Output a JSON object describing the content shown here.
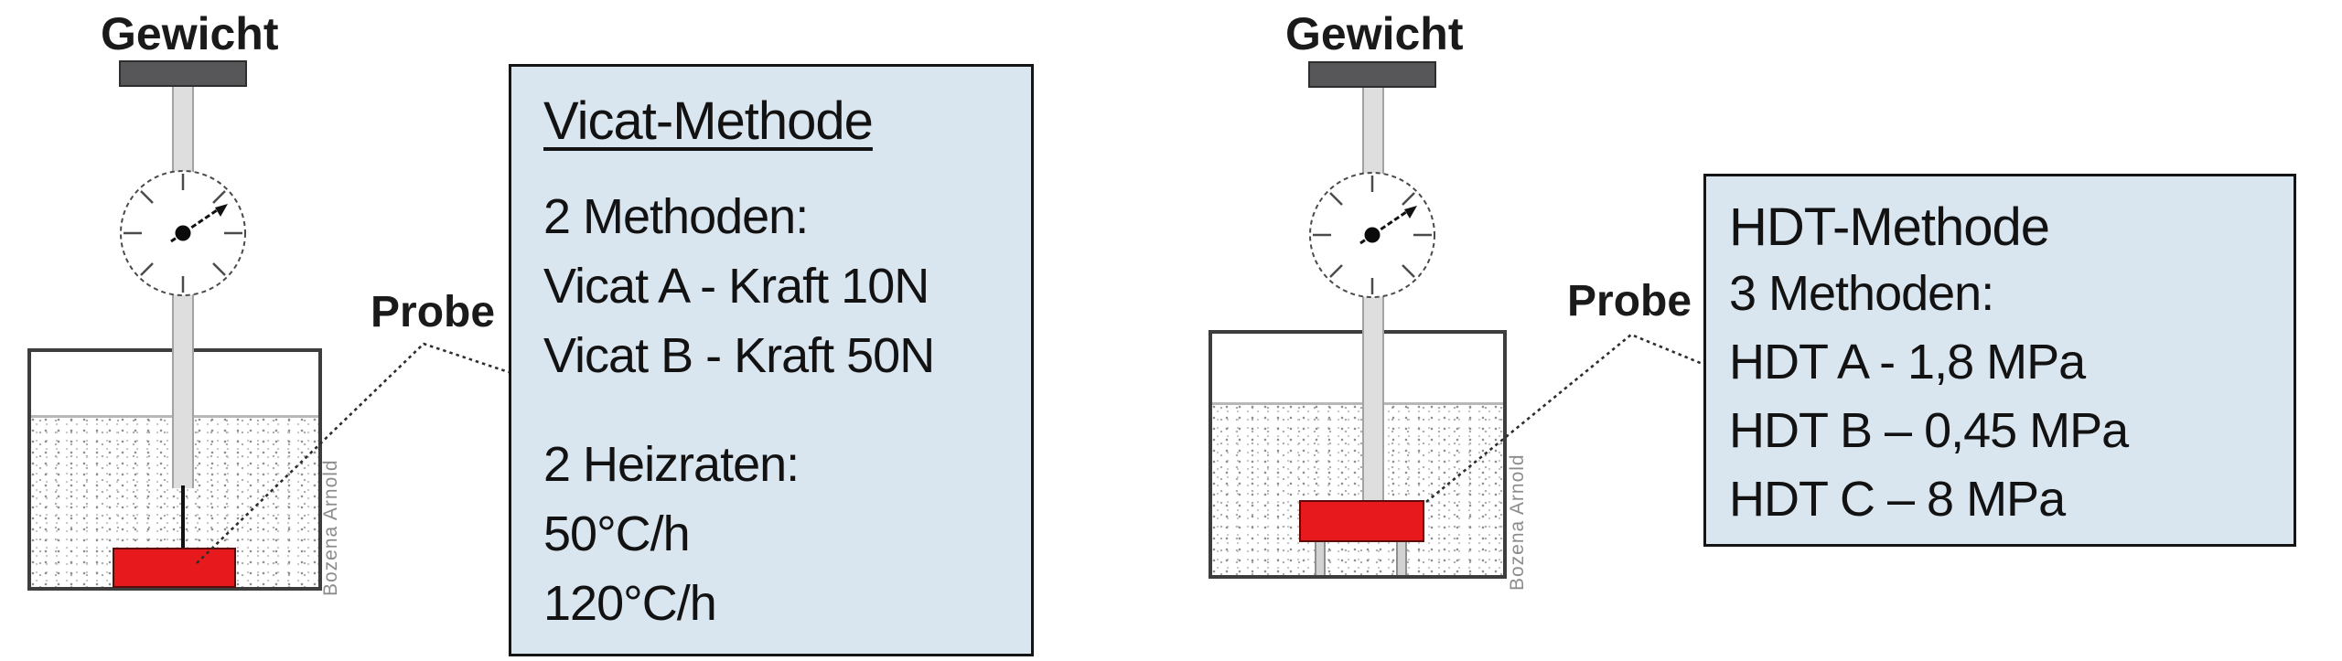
{
  "left_setup": {
    "weight_label": "Gewicht",
    "probe_label": "Probe",
    "watermark": "Bozena Arnold"
  },
  "right_setup": {
    "weight_label": "Gewicht",
    "probe_label": "Probe",
    "watermark": "Bozena Arnold"
  },
  "vicat_box": {
    "title": "Vicat-Methode",
    "body1": [
      "2 Methoden:",
      "Vicat A - Kraft 10N",
      "Vicat B - Kraft 50N"
    ],
    "body2": [
      "2 Heizraten:",
      "50°C/h",
      "120°C/h"
    ]
  },
  "hdt_box": {
    "title": "HDT-Methode",
    "body": [
      "3 Methoden:",
      "HDT A - 1,8 MPa",
      "HDT B – 0,45 MPa",
      "HDT C – 8 MPa"
    ]
  },
  "colors": {
    "box_fill": "#d9e5ef",
    "box_border": "#151515",
    "sample_red": "#e8191d",
    "metal_dark": "#57575a",
    "rod_fill": "#dedede",
    "watermark_gray": "#8c8c8c",
    "bath_border": "#3d3d3d"
  }
}
